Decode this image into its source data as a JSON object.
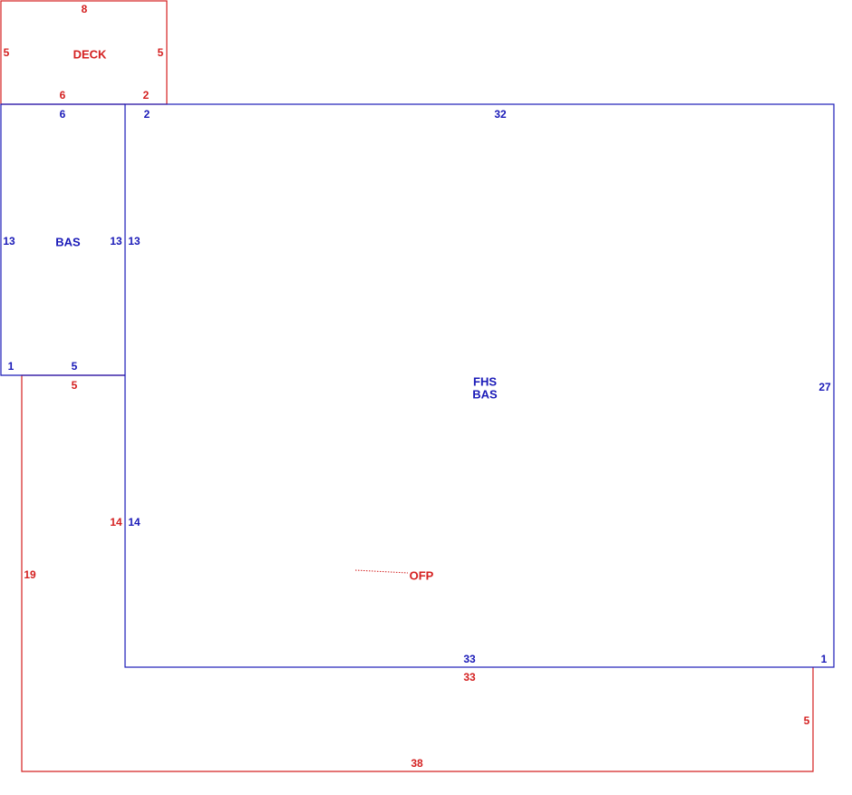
{
  "colors": {
    "living": "#1a1ab8",
    "exterior": "#d42020"
  },
  "areas": {
    "deck": "DECK",
    "bas_left": "BAS",
    "fhs": "FHS",
    "bas_main": "BAS",
    "ofp": "OFP"
  },
  "dims": {
    "deck_top": "8",
    "deck_left": "5",
    "deck_right": "5",
    "deck_bottom_left": "6",
    "deck_bottom_right": "2",
    "bas_top": "6",
    "bas_left": "13",
    "bas_right": "13",
    "bas_bottom_corner": "1",
    "bas_bottom": "5",
    "main_top_jog": "2",
    "main_top": "32",
    "main_left_upper": "13",
    "main_left_lower": "14",
    "main_right": "27",
    "main_bottom": "33",
    "main_bottom_corner": "1",
    "ofp_top": "5",
    "ofp_inner_left": "14",
    "ofp_left": "19",
    "ofp_inner_bottom": "33",
    "ofp_right": "5",
    "ofp_bottom": "38"
  }
}
